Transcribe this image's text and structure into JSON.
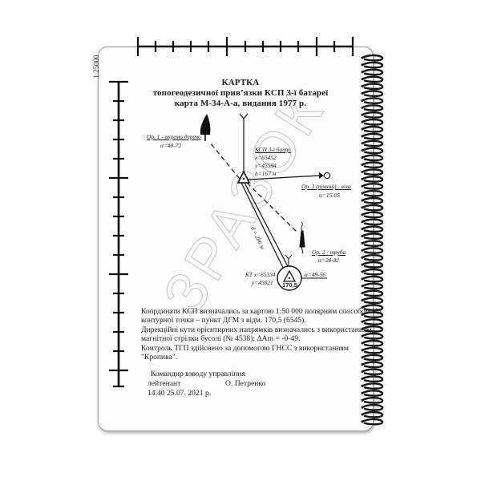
{
  "scale": {
    "label": "1:25000"
  },
  "title": {
    "line1": "КАРТКА",
    "line2": "топогеодезичної прив’язки КСП 3-ї батареї",
    "line3": "карта М-34-А-а, видання 1977 р."
  },
  "diagram": {
    "watermark": "ЗРАЗОК",
    "orientirs": {
      "or1": {
        "name": "Ор. 1 - окремо дерево",
        "alpha": "α=40-72"
      },
      "or2": {
        "name": "Ор. 2 - труба",
        "alpha": "α=24-82"
      },
      "or3": {
        "name": "Ор. 3 (пічний) - віха",
        "alpha": "α=15-05"
      }
    },
    "ksp": {
      "name": "КСП 3-ї батр.",
      "x": "х=65452",
      "y": "у=45594",
      "h": "h=167 м"
    },
    "kt": {
      "x": "КТ  х=65334",
      "y": "у=45821",
      "height": "170,5",
      "alpha": "α=49-56"
    },
    "distance": "d = 286 м"
  },
  "notes": [
    "Координати КСП визначались за картою 1:50 000 полярним способом від",
    "контурної точки – пункт ДГМ з відм. 170,5 (6545).",
    "Дирекційні кути орієнтирних напрямків визначались з використанням",
    "магнітної стрілки бусолі (№ 4538); ΔАm = -0-49.",
    "Контроль ТГП здійснено за допомогою ГНСС з використанням",
    "\"Кропива\"."
  ],
  "signature": {
    "line1": "Командир взводу управління",
    "rank": "лейтенант",
    "name": "О. Петренко",
    "date": "14.40 25.07. 2021 р."
  }
}
